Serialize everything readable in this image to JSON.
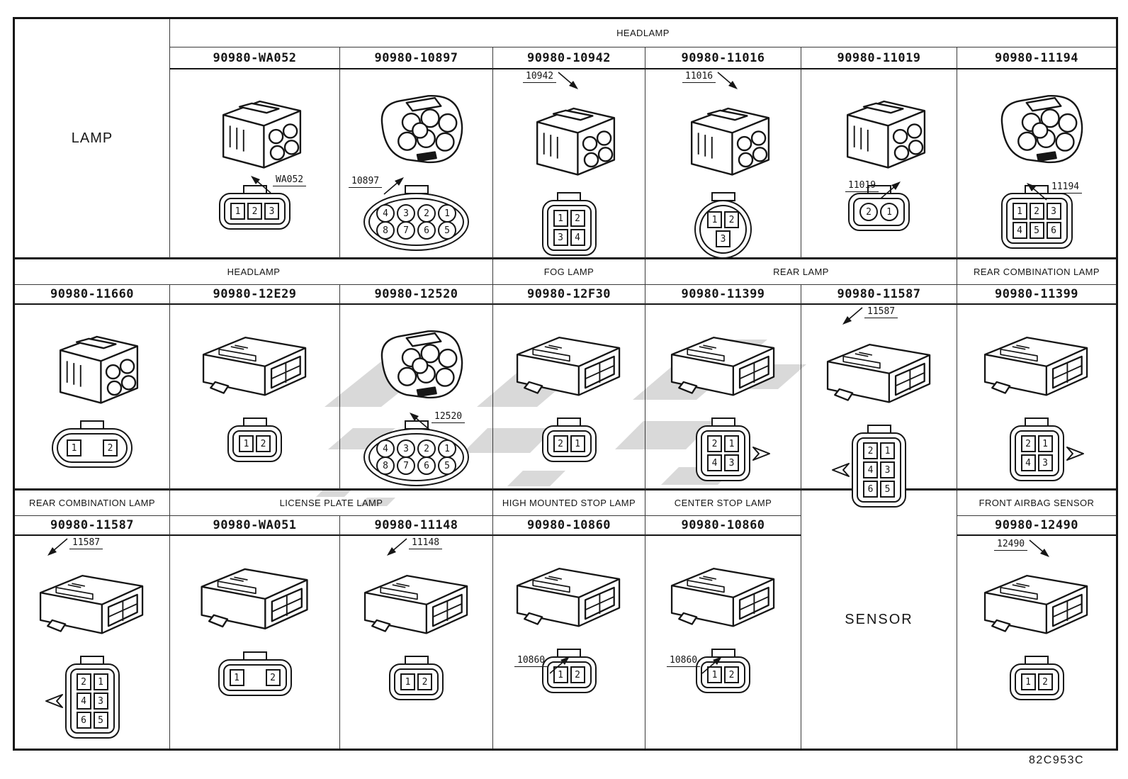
{
  "colors": {
    "line": "#161616",
    "watermark": "#bbbbbb"
  },
  "footer": {
    "code": "82C953C"
  },
  "sections": [
    {
      "side_label": "LAMP",
      "headers": [
        {
          "label": "HEADLAMP"
        }
      ],
      "cells": [
        {
          "part_number": "90980-WA052",
          "callout": "WA052",
          "pins": [
            [
              "1",
              "2",
              "3"
            ]
          ]
        },
        {
          "part_number": "90980-10897",
          "callout": "10897",
          "pins": [
            [
              "4",
              "3",
              "2",
              "1"
            ],
            [
              "8",
              "7",
              "6",
              "5"
            ]
          ]
        },
        {
          "part_number": "90980-10942",
          "callout": "10942",
          "pins": [
            [
              "1",
              "2"
            ],
            [
              "3",
              "4"
            ]
          ]
        },
        {
          "part_number": "90980-11016",
          "callout": "11016",
          "pins": [
            [
              "1",
              "2"
            ],
            [
              "3"
            ]
          ]
        },
        {
          "part_number": "90980-11019",
          "callout": "11019",
          "pins": [
            [
              "2",
              "1"
            ]
          ]
        },
        {
          "part_number": "90980-11194",
          "callout": "11194",
          "pins": [
            [
              "1",
              "2",
              "3"
            ],
            [
              "4",
              "5",
              "6"
            ]
          ]
        }
      ]
    },
    {
      "headers": [
        {
          "label": "HEADLAMP"
        },
        {
          "label": "FOG LAMP"
        },
        {
          "label": "REAR LAMP"
        },
        {
          "label": "REAR COMBINATION LAMP"
        }
      ],
      "cells": [
        {
          "part_number": "90980-11660",
          "pins": [
            [
              "1",
              "2"
            ]
          ]
        },
        {
          "part_number": "90980-12E29",
          "pins": [
            [
              "1",
              "2"
            ]
          ]
        },
        {
          "part_number": "90980-12520",
          "callout": "12520",
          "pins": [
            [
              "4",
              "3",
              "2",
              "1"
            ],
            [
              "8",
              "7",
              "6",
              "5"
            ]
          ]
        },
        {
          "part_number": "90980-12F30",
          "pins": [
            [
              "2",
              "1"
            ]
          ]
        },
        {
          "part_number": "90980-11399",
          "pins": [
            [
              "2",
              "1"
            ],
            [
              "4",
              "3"
            ]
          ]
        },
        {
          "part_number": "90980-11587",
          "callout": "11587",
          "pins": [
            [
              "2",
              "1"
            ],
            [
              "4",
              "3"
            ],
            [
              "6",
              "5"
            ]
          ]
        },
        {
          "part_number": "90980-11399",
          "pins": [
            [
              "2",
              "1"
            ],
            [
              "4",
              "3"
            ]
          ]
        }
      ]
    },
    {
      "sensor_label": "SENSOR",
      "headers": [
        {
          "label": "REAR COMBINATION LAMP"
        },
        {
          "label": "LICENSE PLATE LAMP"
        },
        {
          "label": "HIGH MOUNTED STOP LAMP"
        },
        {
          "label": "CENTER STOP LAMP"
        },
        {
          "label": "FRONT AIRBAG SENSOR"
        }
      ],
      "cells": [
        {
          "part_number": "90980-11587",
          "callout": "11587",
          "pins": [
            [
              "2",
              "1"
            ],
            [
              "4",
              "3"
            ],
            [
              "6",
              "5"
            ]
          ]
        },
        {
          "part_number": "90980-WA051",
          "pins": [
            [
              "1",
              "2"
            ]
          ]
        },
        {
          "part_number": "90980-11148",
          "callout": "11148",
          "pins": [
            [
              "1",
              "2"
            ]
          ]
        },
        {
          "part_number": "90980-10860",
          "callout": "10860",
          "pins": [
            [
              "1",
              "2"
            ]
          ]
        },
        {
          "part_number": "90980-10860",
          "callout": "10860",
          "pins": [
            [
              "1",
              "2"
            ]
          ]
        },
        {
          "part_number": "90980-12490",
          "callout": "12490",
          "pins": [
            [
              "1",
              "2"
            ]
          ]
        }
      ]
    }
  ]
}
